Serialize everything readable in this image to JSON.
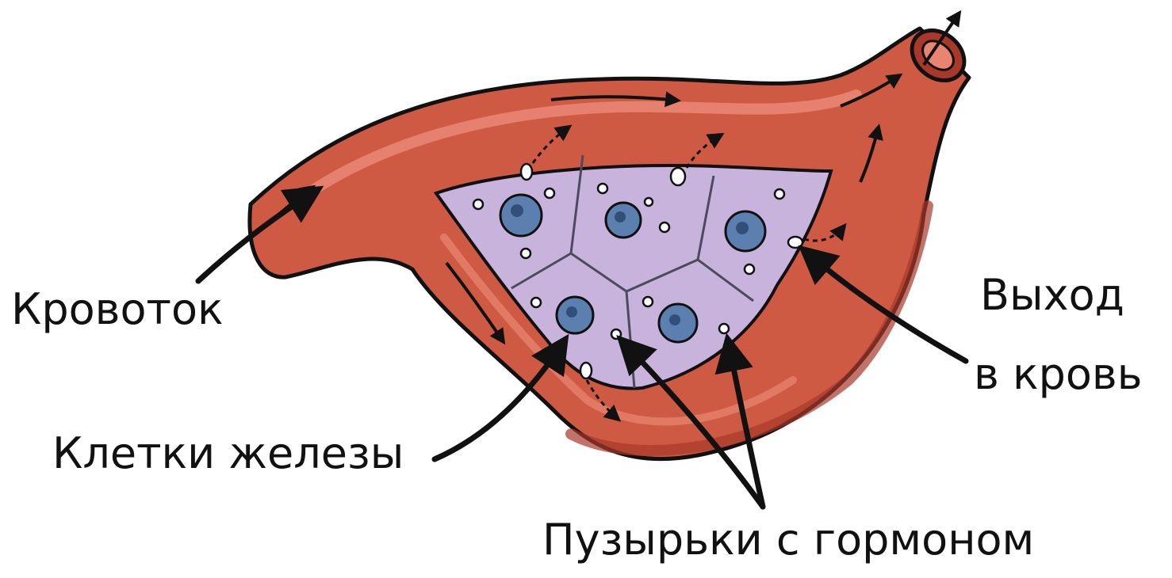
{
  "labels": {
    "blood_flow": "Кровоток",
    "exit_line1": "Выход",
    "exit_line2": "в кровь",
    "gland_cells": "Клетки железы",
    "vesicles": "Пузырьки с гормоном"
  },
  "colors": {
    "vessel": "#cf5a44",
    "vessel_dark": "#a8382a",
    "vessel_highlight": "#ec8f7c",
    "tissue": "#c7b3dc",
    "cell_line": "#4c4a5c",
    "nucleus": "#5b7fae",
    "nucleus_dark": "#324f7a",
    "ink": "#111111"
  },
  "icons": {
    "flow": "arrow-icon",
    "secretion": "dashed-arrow-icon"
  }
}
